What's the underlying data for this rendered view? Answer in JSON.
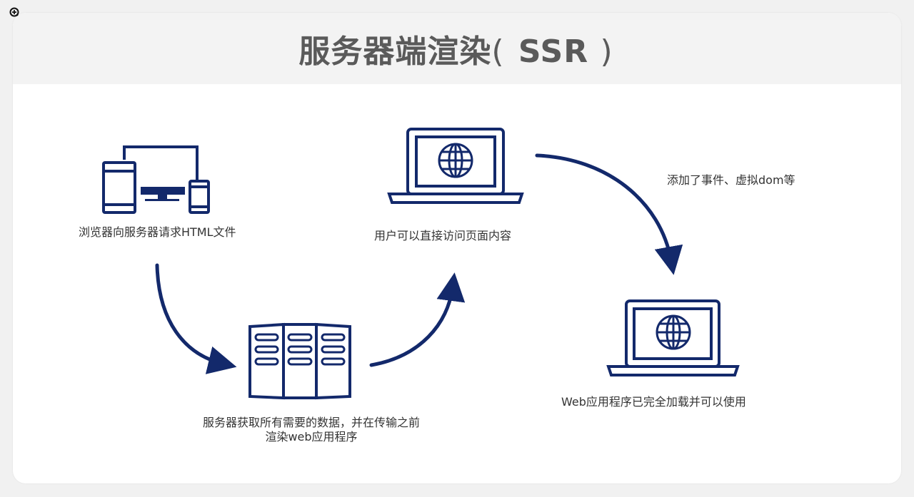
{
  "title": {
    "main": "服务器端渲染",
    "open": "(",
    "abbr": "SSR",
    "close": ")"
  },
  "labels": {
    "browser_request": "浏览器向服务器请求HTML文件",
    "server_render_line1": "服务器获取所有需要的数据，并在传输之前",
    "server_render_line2": "渲染web应用程序",
    "user_access": "用户可以直接访问页面内容",
    "events_added": "添加了事件、虚拟dom等",
    "app_loaded": "Web应用程序已完全加载并可以使用"
  },
  "colors": {
    "accent": "#13296b",
    "title": "#5a5a5a",
    "text": "#333333",
    "header_bg": "#f3f3f3"
  },
  "icons": [
    "zoom-in-icon",
    "devices-icon",
    "server-rack-icon",
    "laptop-globe-icon",
    "laptop-globe-icon"
  ]
}
